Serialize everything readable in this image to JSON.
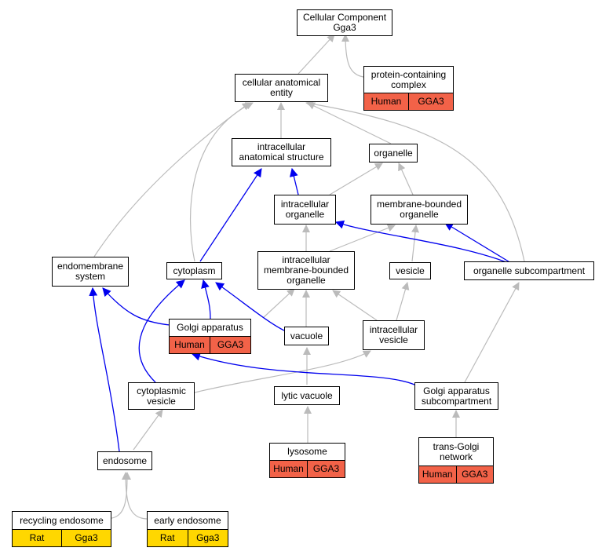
{
  "colors": {
    "isa_edge": "#bbbbbb",
    "partof_edge": "#0000ee",
    "human_tag": "#f26248",
    "rat_tag": "#ffd700"
  },
  "nodes": {
    "root": {
      "label": "Cellular Component\nGga3"
    },
    "protein_complex": {
      "label": "protein-containing\ncomplex",
      "species": "Human",
      "gene": "GGA3"
    },
    "cellular_anatomical_entity": {
      "label": "cellular anatomical\nentity"
    },
    "intracellular_anatomical_structure": {
      "label": "intracellular\nanatomical structure"
    },
    "organelle": {
      "label": "organelle"
    },
    "intracellular_organelle": {
      "label": "intracellular\norganelle"
    },
    "membrane_bounded_organelle": {
      "label": "membrane-bounded\norganelle"
    },
    "endomembrane_system": {
      "label": "endomembrane\nsystem"
    },
    "cytoplasm": {
      "label": "cytoplasm"
    },
    "intracellular_membrane_bounded_organelle": {
      "label": "intracellular\nmembrane-bounded\norganelle"
    },
    "vesicle": {
      "label": "vesicle"
    },
    "organelle_subcompartment": {
      "label": "organelle subcompartment"
    },
    "golgi_apparatus": {
      "label": "Golgi apparatus",
      "species": "Human",
      "gene": "GGA3"
    },
    "vacuole": {
      "label": "vacuole"
    },
    "intracellular_vesicle": {
      "label": "intracellular\nvesicle"
    },
    "cytoplasmic_vesicle": {
      "label": "cytoplasmic\nvesicle"
    },
    "lytic_vacuole": {
      "label": "lytic vacuole"
    },
    "golgi_subcompartment": {
      "label": "Golgi apparatus\nsubcompartment"
    },
    "endosome": {
      "label": "endosome"
    },
    "lysosome": {
      "label": "lysosome",
      "species": "Human",
      "gene": "GGA3"
    },
    "trans_golgi_network": {
      "label": "trans-Golgi\nnetwork",
      "species": "Human",
      "gene": "GGA3"
    },
    "recycling_endosome": {
      "label": "recycling endosome",
      "species": "Rat",
      "gene": "Gga3"
    },
    "early_endosome": {
      "label": "early endosome",
      "species": "Rat",
      "gene": "Gga3"
    }
  }
}
